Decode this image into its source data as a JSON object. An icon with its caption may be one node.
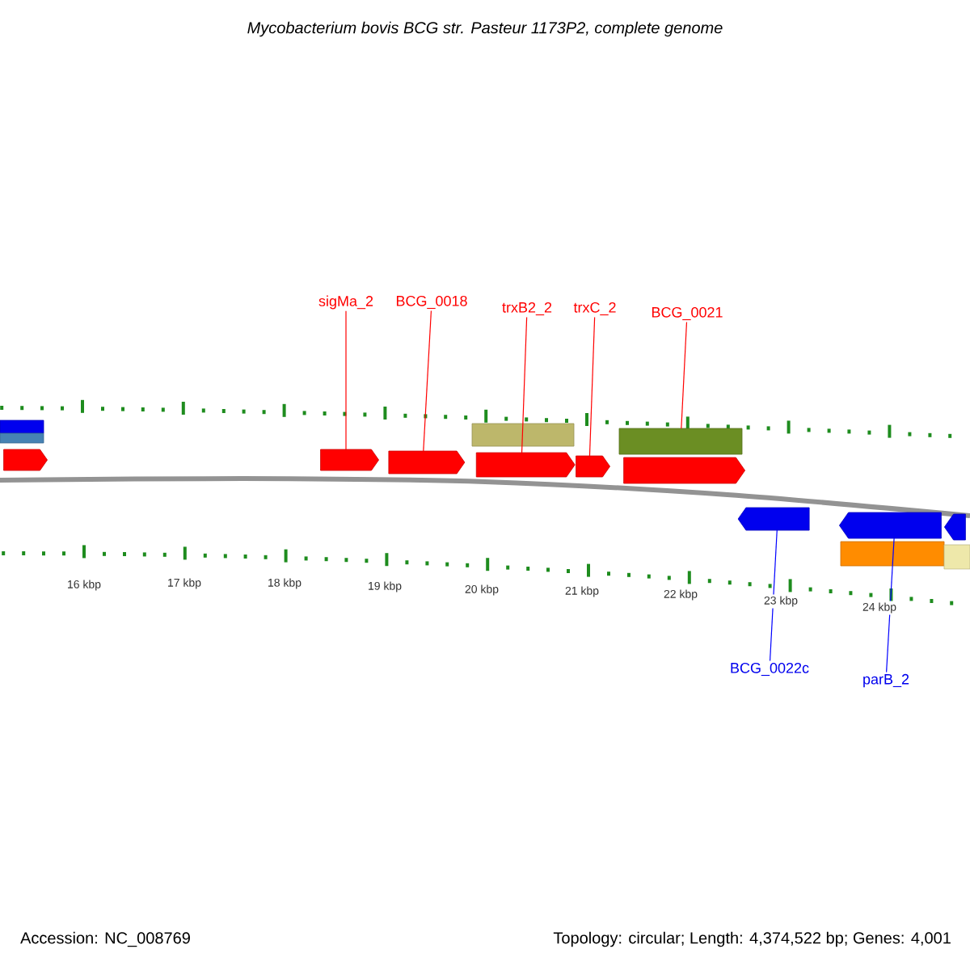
{
  "diagram": {
    "title": "Mycobacterium bovis BCG str. Pasteur 1173P2, complete genome",
    "nodes": [
      {
        "text": [
          "sigMa_2"
        ]
      },
      {
        "text": [
          "BCG_0018"
        ]
      },
      {
        "text": [
          "trxB2_2"
        ]
      },
      {
        "text": [
          "trxC_2"
        ]
      },
      {
        "text": [
          "BCG_0021"
        ]
      },
      {
        "text": [
          "BCG_0022c"
        ]
      },
      {
        "text": [
          "parB_2"
        ]
      },
      {
        "text": [],
        "shape": "box"
      },
      {
        "text": [],
        "shape": "box"
      },
      {
        "text": [],
        "shape": "box"
      },
      {
        "text": [],
        "shape": "box"
      },
      {
        "text": [],
        "shape": "box"
      },
      {
        "text": [],
        "shape": "box"
      },
      {
        "text": [],
        "shape": "box"
      },
      {
        "text": [],
        "shape": "box"
      },
      {
        "text": [],
        "shape": "box"
      },
      {
        "text": [],
        "shape": "box"
      },
      {
        "text": [],
        "shape": "box"
      },
      {
        "text": [],
        "shape": "box"
      },
      {
        "text": [],
        "shape": "box"
      },
      {
        "text": [],
        "shape": "box"
      },
      {
        "text": [],
        "shape": "box"
      }
    ],
    "edges": [
      {
        "from": 0,
        "to": 10,
        "arrow": "none"
      },
      {
        "from": 1,
        "to": 11,
        "arrow": "none"
      },
      {
        "from": 2,
        "to": 13,
        "arrow": "none"
      },
      {
        "from": 3,
        "to": 14,
        "arrow": "none"
      },
      {
        "from": 4,
        "to": 15,
        "arrow": "none"
      },
      {
        "from": 5,
        "to": 17,
        "arrow": "none",
        "color": "#0000ff"
      },
      {
        "from": 6,
        "to": 19,
        "arrow": "none",
        "color": "#0000ff"
      }
    ],
    "labels": [
      "16 kbp",
      "17 kbp",
      "18 kbp",
      "19 kbp",
      "20 kbp",
      "21 kbp",
      "22 kbp",
      "23 kbp",
      "24 kbp",
      "Accession: NC_008769",
      "Topology: circular; Length: 4,374,522 bp; Genes: 4,001"
    ]
  }
}
